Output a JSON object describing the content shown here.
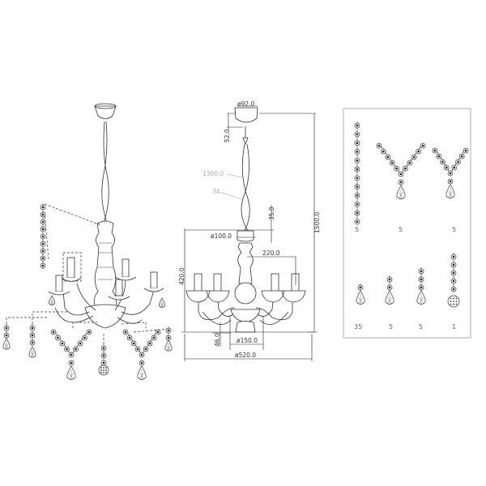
{
  "dimensions": {
    "canopy_diameter": "ø92.0",
    "canopy_height": "52.0",
    "chain_length": "1300.0",
    "chain_ref": "34",
    "cup_height": "35.0",
    "cup_diameter": "ø100.0",
    "arm_reach": "220.0",
    "body_height": "420.0",
    "total_height": "1500.0",
    "bowl_height": "46.0",
    "bowl_diameter": "ø150.0",
    "overall_diameter": "ø520.0"
  },
  "parts_panel": {
    "items": [
      {
        "type": "bead-strand",
        "beads": 12,
        "count": "5"
      },
      {
        "type": "v-swag-long",
        "count": "5"
      },
      {
        "type": "v-swag-short",
        "count": "5"
      },
      {
        "type": "single-drop",
        "beads": 1,
        "count": "35"
      },
      {
        "type": "drop-strand",
        "beads": 2,
        "count": "5"
      },
      {
        "type": "drop-strand",
        "beads": 3,
        "count": "5"
      },
      {
        "type": "ball-strand",
        "beads": 5,
        "count": "1"
      }
    ]
  }
}
